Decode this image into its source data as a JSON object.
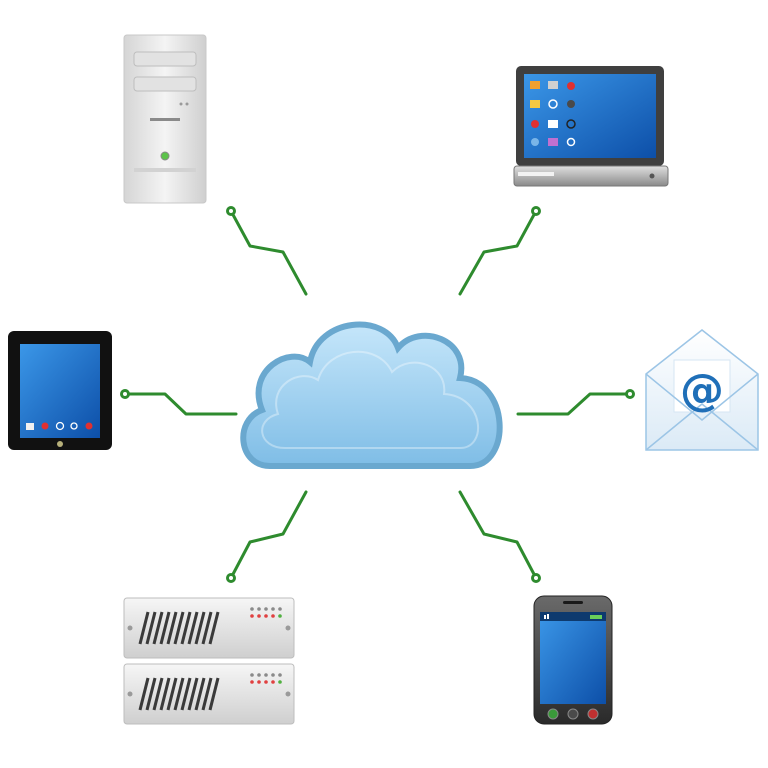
{
  "colors": {
    "background": "#ffffff",
    "connector": "#2e8b2e",
    "cloud_fill": "#9fd0ee",
    "cloud_stroke": "#6aa8cf",
    "screen_blue": "#1a6fc9",
    "email_blue": "#1f6fb8"
  },
  "nodes": [
    {
      "id": "tower",
      "icon": "desktop-tower-icon",
      "label": ""
    },
    {
      "id": "laptop",
      "icon": "laptop-icon",
      "label": ""
    },
    {
      "id": "tablet",
      "icon": "tablet-icon",
      "label": ""
    },
    {
      "id": "email",
      "icon": "email-envelope-icon",
      "label": ""
    },
    {
      "id": "rack",
      "icon": "rack-server-icon",
      "label": ""
    },
    {
      "id": "phone",
      "icon": "smartphone-icon",
      "label": ""
    }
  ],
  "center": {
    "icon": "cloud-icon"
  },
  "email_symbol": "@"
}
